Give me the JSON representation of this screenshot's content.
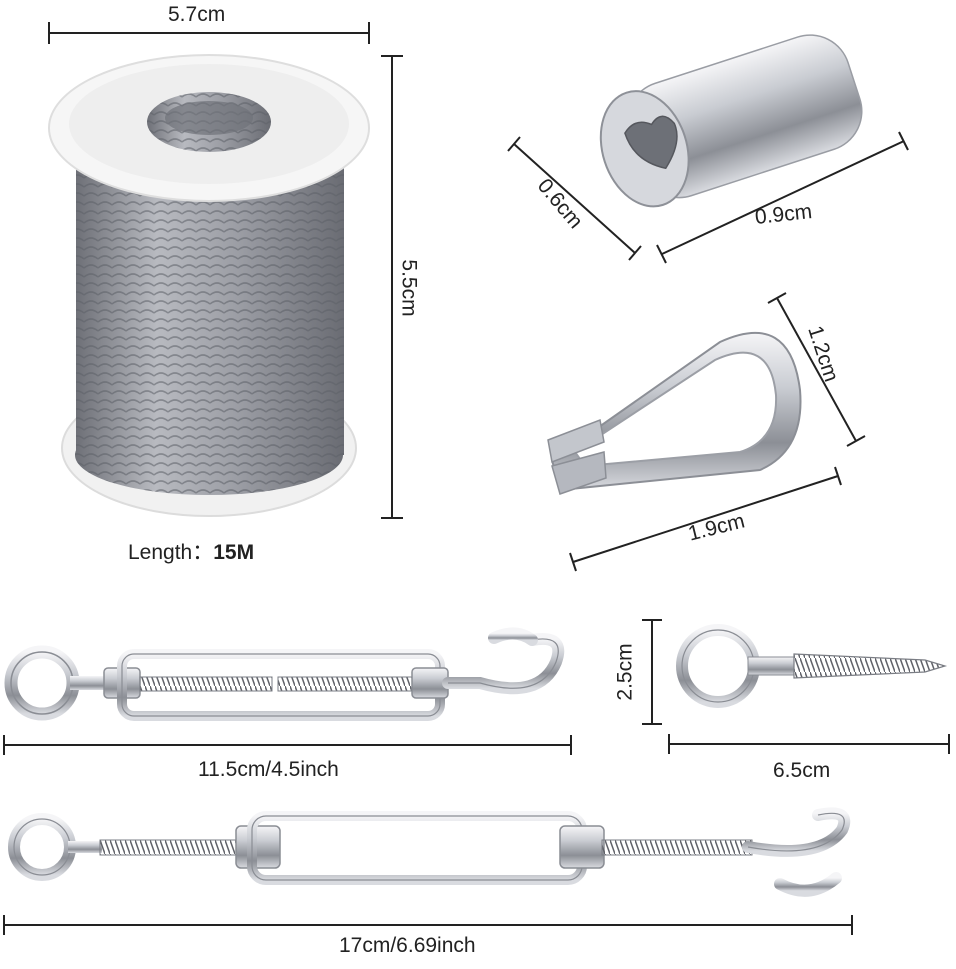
{
  "dimensions": {
    "spool_width": "5.7cm",
    "spool_height": "5.5cm",
    "spool_length_label": "Length：",
    "spool_length_value": "15M",
    "sleeve_diameter": "0.6cm",
    "sleeve_length": "0.9cm",
    "thimble_width": "1.2cm",
    "thimble_length": "1.9cm",
    "turnbuckle_small_length": "11.5cm/4.5inch",
    "eye_screw_height": "2.5cm",
    "eye_screw_length": "6.5cm",
    "turnbuckle_large_length": "17cm/6.69inch"
  },
  "colors": {
    "line": "#222222",
    "metal_light": "#e8e8ec",
    "metal_mid": "#b9bcc3",
    "metal_dark": "#7d8088",
    "spool_white": "#f4f4f4",
    "cable": "#9a9ca2"
  }
}
